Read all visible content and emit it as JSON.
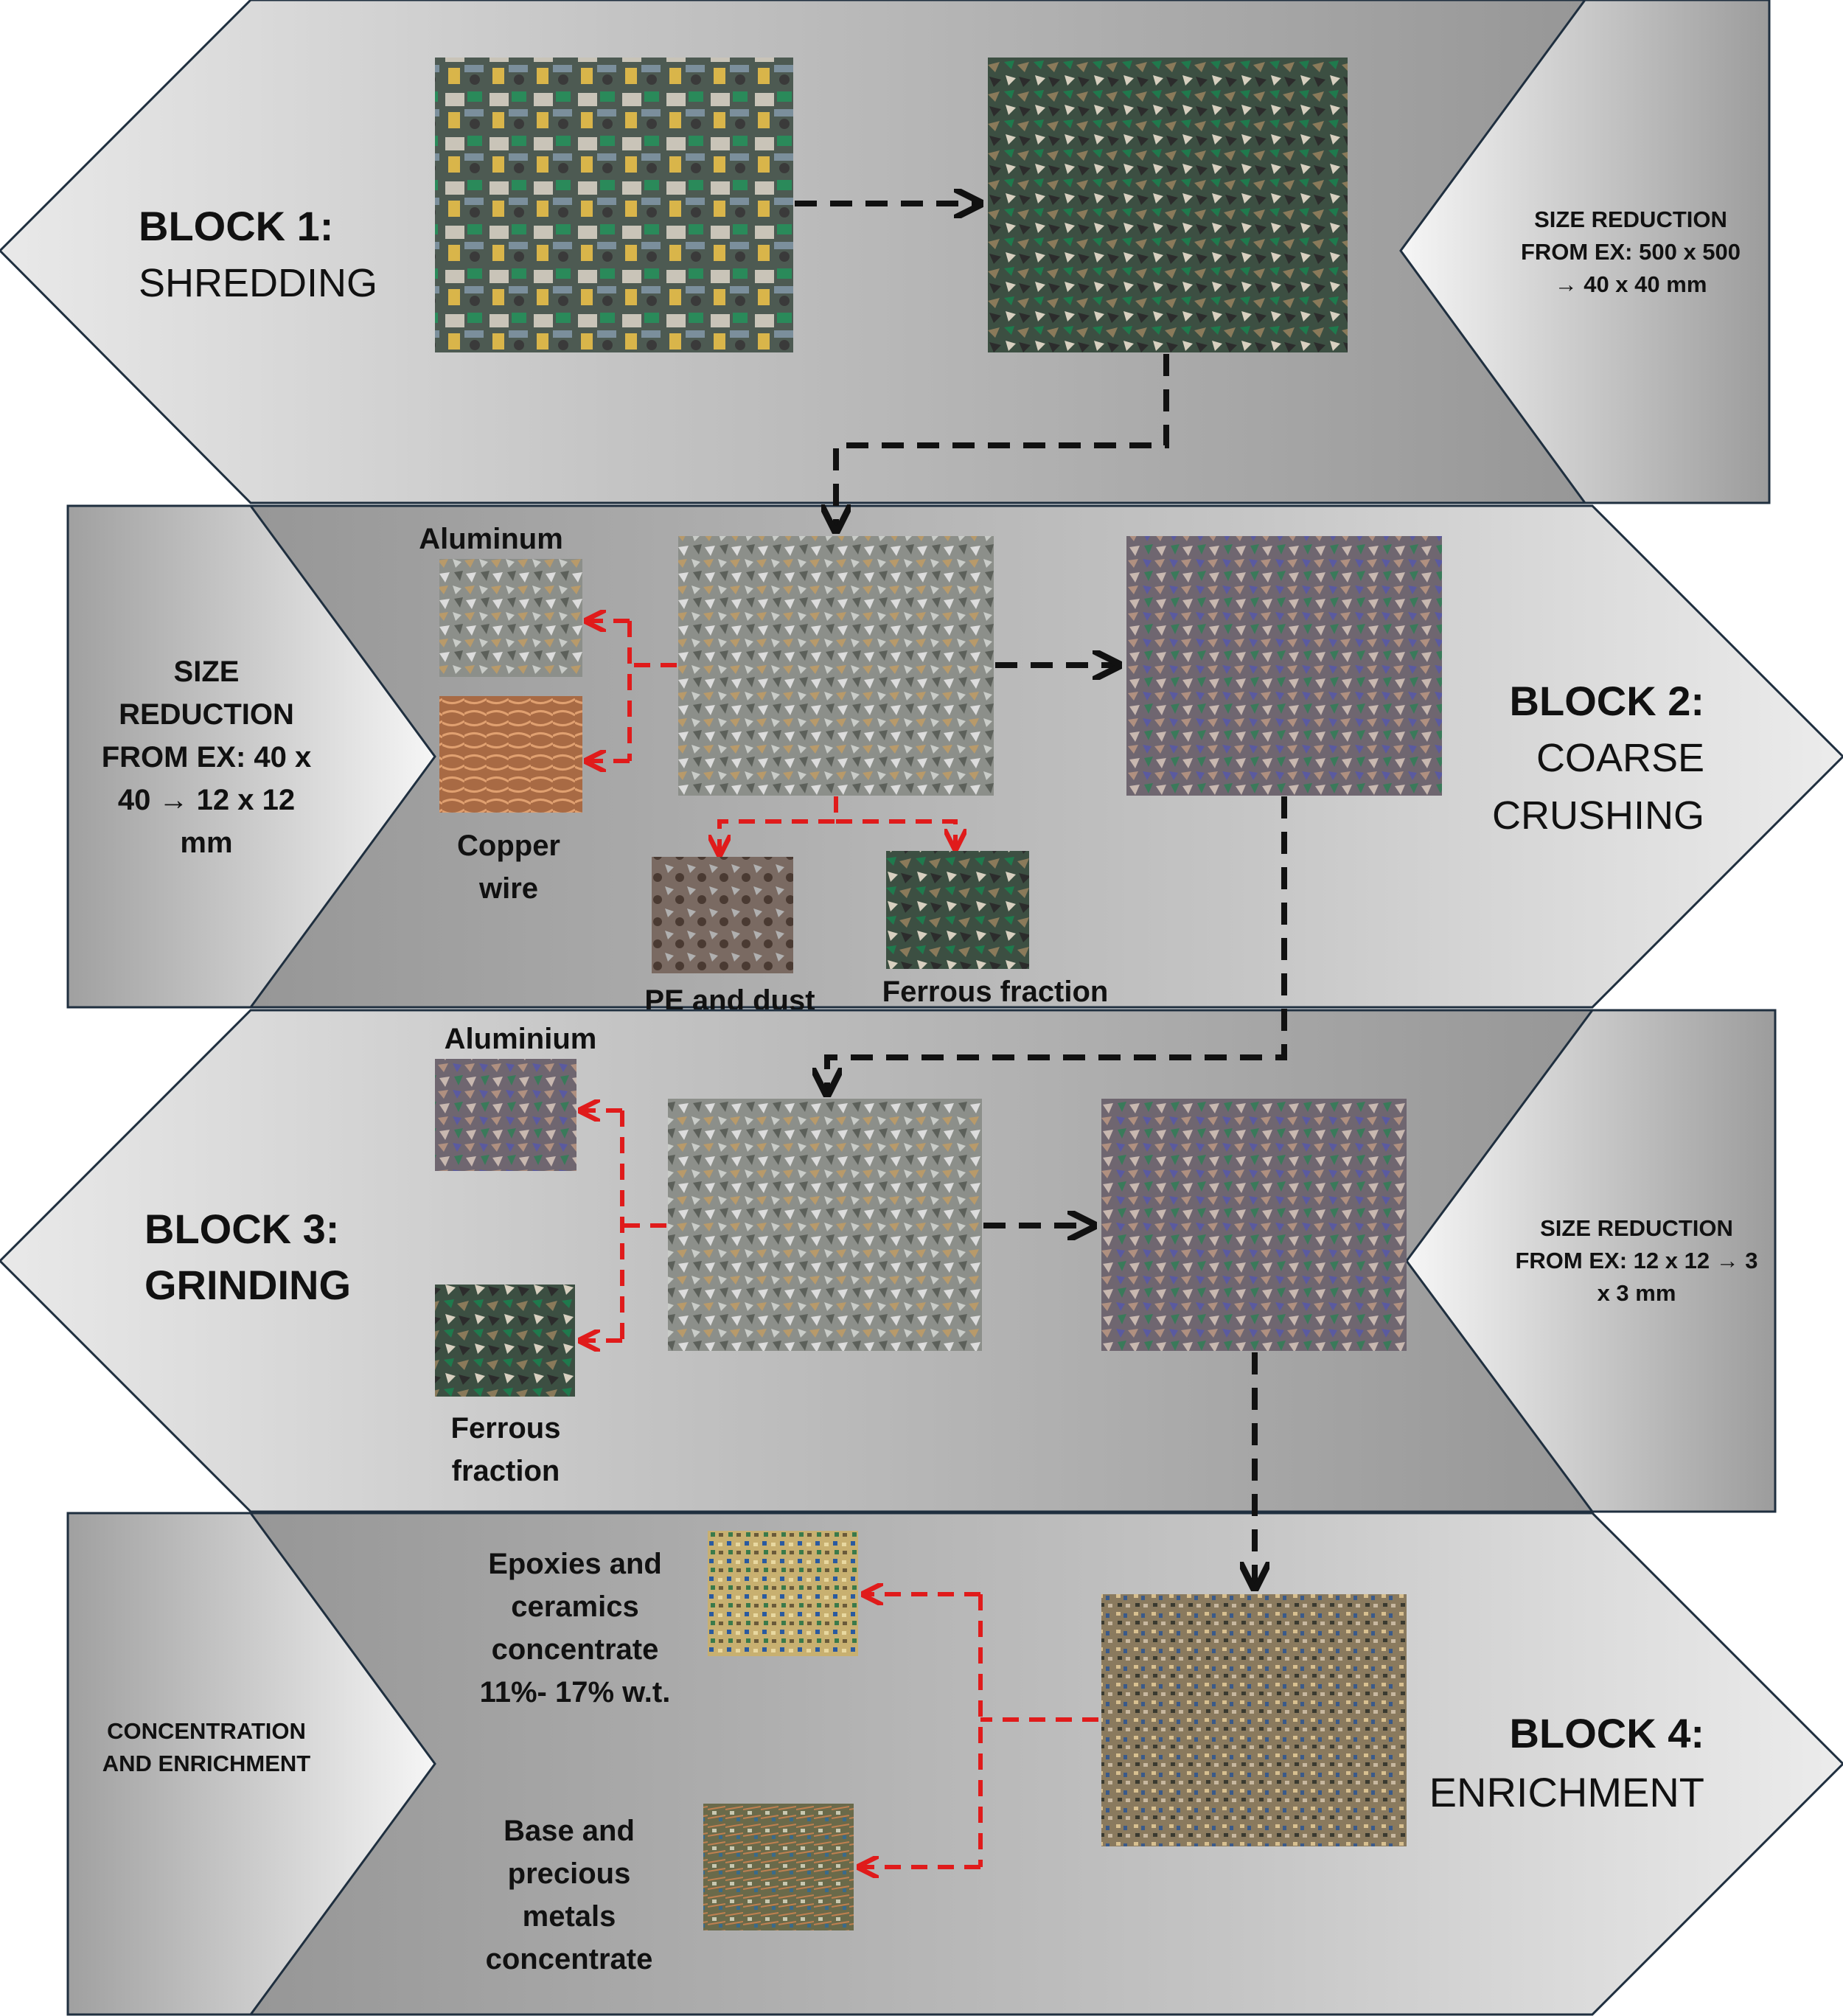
{
  "blocks": [
    {
      "id": "block1",
      "title": "BLOCK 1:",
      "subtitle": "SHREDDING",
      "side_note": [
        "SIZE REDUCTION",
        "FROM EX: 500 x 500",
        "→ 40 x 40 mm"
      ],
      "images": [
        {
          "id": "b1-input",
          "label": "",
          "kind": "pcb"
        },
        {
          "id": "b1-output",
          "label": "",
          "kind": "shred"
        }
      ]
    },
    {
      "id": "block2",
      "title": "BLOCK 2:",
      "subtitle": [
        "COARSE",
        "CRUSHING"
      ],
      "side_note": [
        "SIZE",
        "REDUCTION",
        "FROM EX: 40 x",
        "40 → 12 x 12",
        "mm"
      ],
      "fractions": {
        "aluminum": "Aluminum",
        "copper": [
          "Copper",
          "wire"
        ],
        "pe_dust": "PE and dust",
        "ferrous": "Ferrous fraction"
      }
    },
    {
      "id": "block3",
      "title": "BLOCK 3:",
      "subtitle": "GRINDING",
      "side_note": [
        "SIZE REDUCTION",
        "FROM EX: 12 x 12 → 3",
        "x 3 mm"
      ],
      "fractions": {
        "aluminium": "Aluminium",
        "ferrous": [
          "Ferrous",
          "fraction"
        ]
      }
    },
    {
      "id": "block4",
      "title": "BLOCK 4:",
      "subtitle": "ENRICHMENT",
      "side_note": [
        "CONCENTRATION",
        "AND ENRICHMENT"
      ],
      "fractions": {
        "epoxies": [
          "Epoxies and",
          "ceramics",
          "concentrate",
          "11%- 17% w.t."
        ],
        "metals": [
          "Base and",
          "precious",
          "metals",
          "concentrate"
        ]
      }
    }
  ],
  "colors": {
    "main_arrow": "#9a9a9a",
    "main_arrow_light": "#d6d6d6",
    "side_arrow_light": "#f2f2f2",
    "outline": "#1f2f3f",
    "black_flow": "#111111",
    "red_flow": "#e01b1b"
  }
}
